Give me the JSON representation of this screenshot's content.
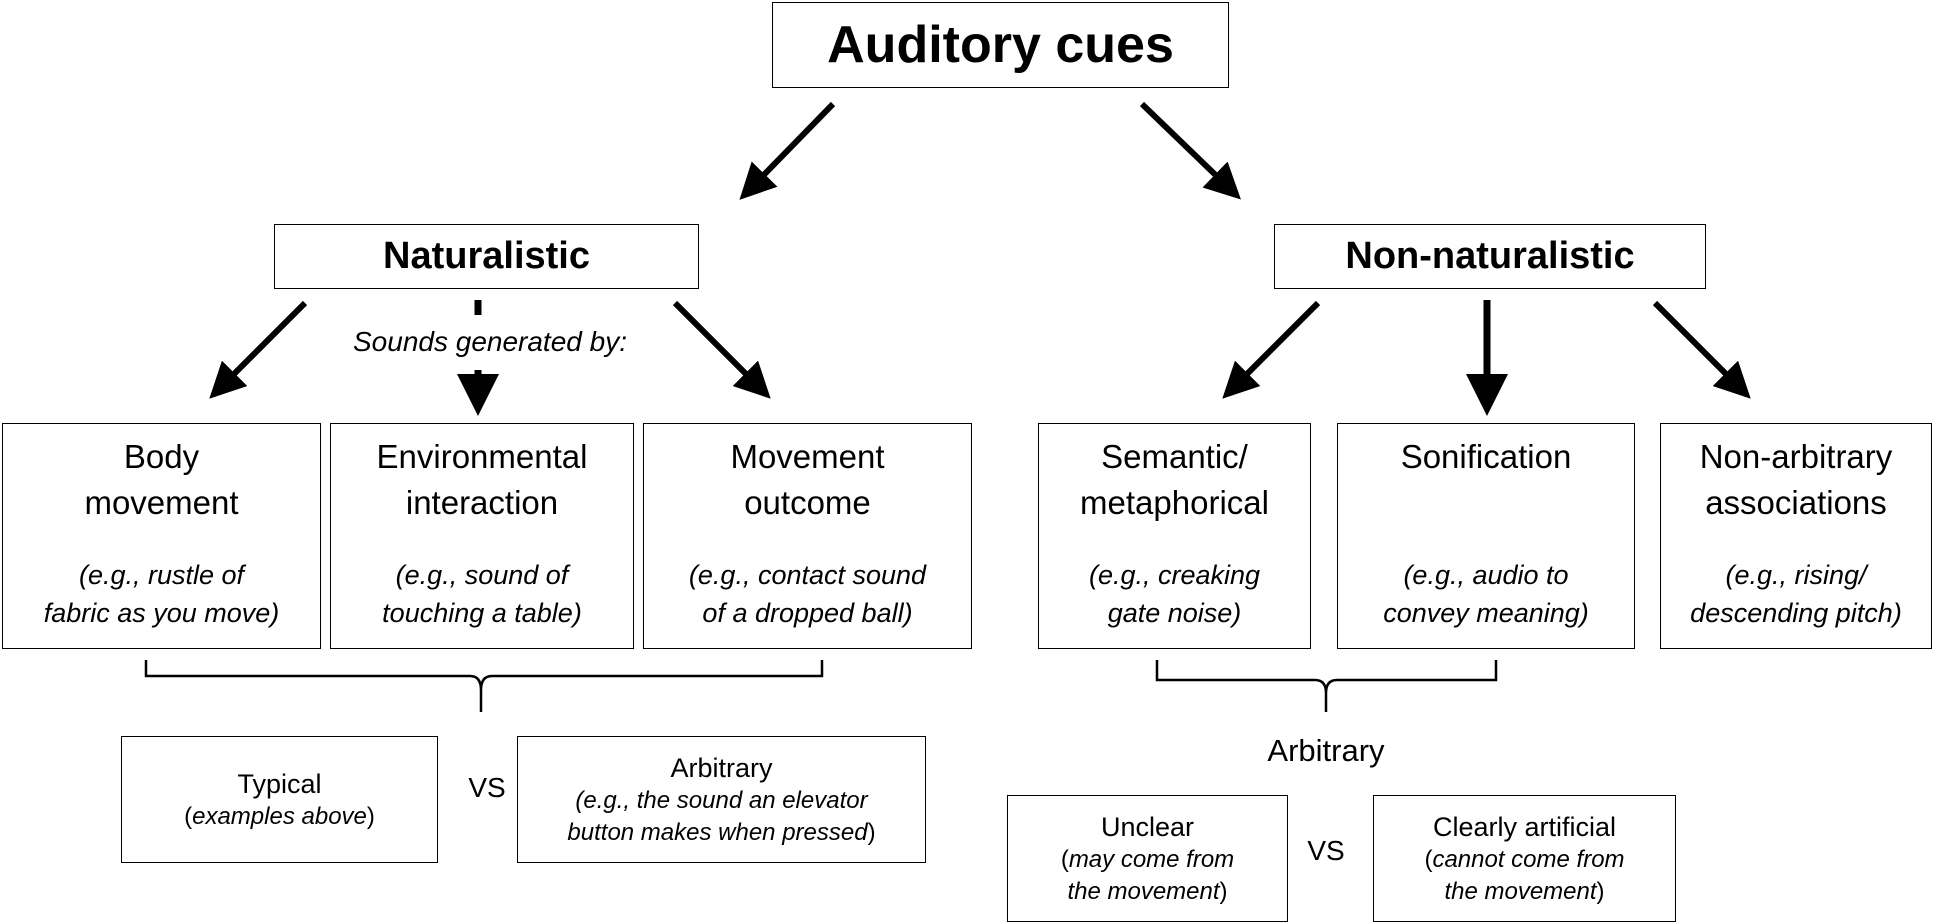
{
  "root": {
    "label": "Auditory cues"
  },
  "naturalistic": {
    "label": "Naturalistic",
    "connector_label": "Sounds generated by:",
    "leaves": [
      {
        "title_line1": "Body",
        "title_line2": "movement",
        "example_line1": "(e.g., rustle of",
        "example_line2": "fabric as you move)"
      },
      {
        "title_line1": "Environmental",
        "title_line2": "interaction",
        "example_line1": "(e.g., sound of",
        "example_line2": "touching a table)"
      },
      {
        "title_line1": "Movement",
        "title_line2": "outcome",
        "example_line1": "(e.g., contact sound",
        "example_line2": "of a dropped ball)"
      }
    ],
    "typical": {
      "label": "Typical",
      "sub_open": "(",
      "sub_italic": "examples above",
      "sub_close": ")"
    },
    "vs": "VS",
    "arbitrary": {
      "label": "Arbitrary",
      "sub_line1": "(e.g., the sound an elevator",
      "sub_line2_italic": "button makes when pressed",
      "sub_line2_close": ")"
    }
  },
  "non_naturalistic": {
    "label": "Non-naturalistic",
    "leaves": [
      {
        "title_line1": "Semantic/",
        "title_line2": "metaphorical",
        "example_line1": "(e.g., creaking",
        "example_line2": "gate noise)"
      },
      {
        "title_line1": "Sonification",
        "title_line2": "",
        "example_line1": "(e.g., audio to",
        "example_line2": "convey meaning)"
      },
      {
        "title_line1": "Non-arbitrary",
        "title_line2": "associations",
        "example_line1": "(e.g., rising/",
        "example_line2": "descending pitch)"
      }
    ],
    "arbitrary_label": "Arbitrary",
    "unclear": {
      "label": "Unclear",
      "sub_open": "(",
      "sub_italic_line1": "may come from",
      "sub_italic_line2": "the movement",
      "sub_close": ")"
    },
    "vs": "VS",
    "artificial": {
      "label": "Clearly artificial",
      "sub_open": "(",
      "sub_italic_line1": "cannot come from",
      "sub_italic_line2": "the movement",
      "sub_close": ")"
    }
  }
}
